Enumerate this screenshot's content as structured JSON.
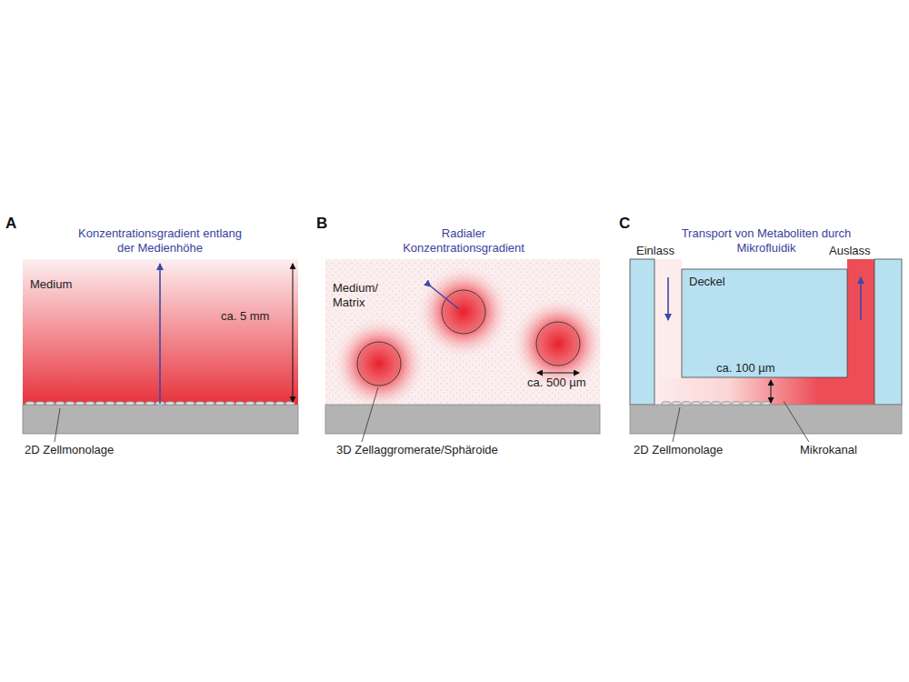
{
  "diagram": {
    "nodes": [
      {
        "text": [
          "Medium",
          "ca. 5 mm"
        ]
      },
      {
        "text": [
          "Medium/ Matrix",
          "ca. 500 µm"
        ]
      },
      {
        "text": [
          "Deckel",
          "ca. 100 µm"
        ]
      }
    ],
    "labels": [
      "A",
      "Konzentrationsgradient entlang der Medienhöhe",
      "2D Zellmonolage",
      "B",
      "Radialer Konzentrationsgradient",
      "3D Zellaggromerate/Sphäroide",
      "C",
      "Transport von Metaboliten durch Mikrofluidik",
      "Einlass",
      "Auslass",
      "2D Zellmonolage",
      "Mikrokanal"
    ]
  }
}
